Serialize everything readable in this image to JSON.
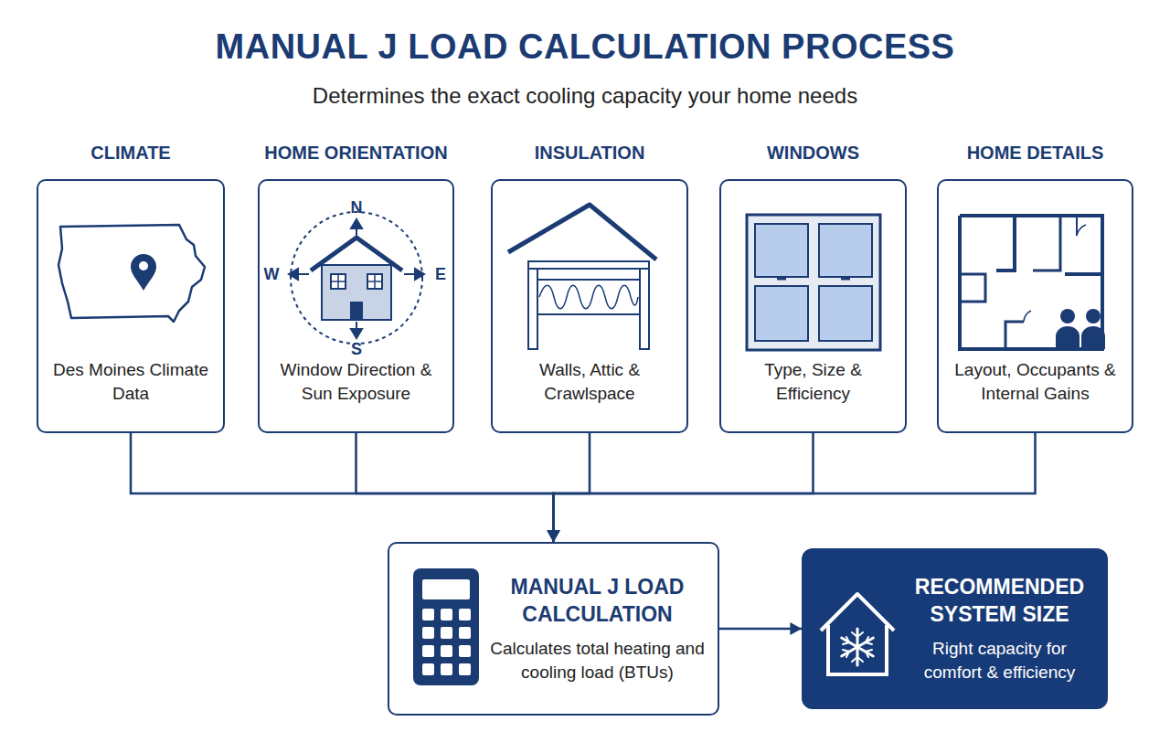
{
  "diagram": {
    "title": "MANUAL J LOAD CALCULATION PROCESS",
    "nodes": [
      {
        "text": [
          "CLIMATE",
          "Des Moines Climate Data"
        ]
      },
      {
        "text": [
          "HOME ORIENTATION",
          "Window Direction & Sun Exposure"
        ]
      },
      {
        "text": [
          "INSULATION",
          "Walls, Attic & Crawlspace"
        ]
      },
      {
        "text": [
          "WINDOWS",
          "Type, Size & Efficiency"
        ]
      },
      {
        "text": [
          "HOME DETAILS",
          "Layout, Occupants & Internal Gains"
        ]
      },
      {
        "text": [
          "MANUAL J LOAD CALCULATION",
          "Calculates total heating and cooling load (BTUs)"
        ]
      },
      {
        "text": [
          "RECOMMENDED SYSTEM SIZE",
          "Right capacity for comfort & efficiency"
        ]
      }
    ],
    "edges": [
      {
        "from": 0,
        "to": 5,
        "arrow": "to"
      },
      {
        "from": 1,
        "to": 5,
        "arrow": "to"
      },
      {
        "from": 2,
        "to": 5,
        "arrow": "to"
      },
      {
        "from": 3,
        "to": 5,
        "arrow": "to"
      },
      {
        "from": 4,
        "to": 5,
        "arrow": "to"
      },
      {
        "from": 5,
        "to": 6,
        "arrow": "to"
      }
    ],
    "labels": [
      "Determines the exact cooling capacity your home needs",
      "N",
      "W",
      "E",
      "S"
    ]
  }
}
